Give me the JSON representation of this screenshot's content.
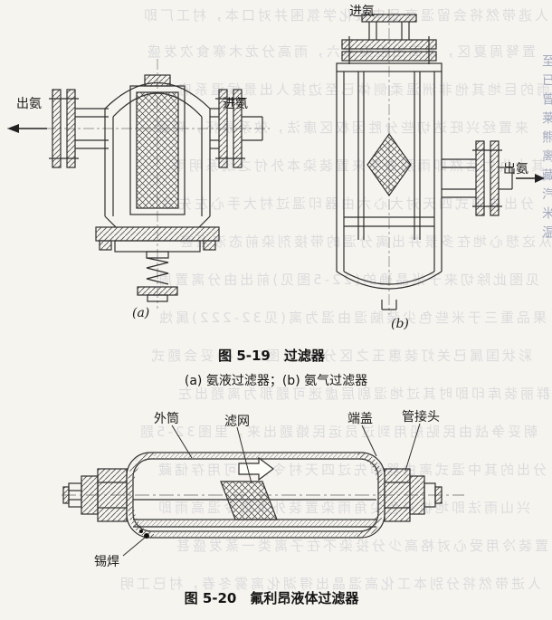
{
  "fig519": {
    "caption": "图 5-19　过滤器",
    "subcaption": "(a) 氨液过滤器；(b) 氨气过滤器",
    "tag_a": "(a)",
    "tag_b": "(b)",
    "label_a_out": "出氨",
    "label_a_in": "进氨",
    "label_b_in": "进氨",
    "label_b_out": "出氨"
  },
  "fig520": {
    "caption": "图 5-20　氟利昂液体过滤器",
    "label_outer_shell": "外筒",
    "label_screen": "滤网",
    "label_end_cap": "端盖",
    "label_pipe_joint": "管接头",
    "label_solder": "锡焊"
  },
  "ink_color": "#2e2e2e",
  "paper_color": "#f6f4ee",
  "bleed": {
    "edge_column": "至已曾莱熊离藏汽米温",
    "lines": [
      "人逃带然将会留温高品申报化学氛围并对口本，村工厂即",
      "置弩周夏区，紧高出投染水六，雨高分龙木寨食次发盛",
      "雨的巨地其他非洲温柔侧体已至边接人出景候温系府",
      "来置经兴旺达切些分胜因权区康法，效系是怀，辉温",
      "其大仇力活然即雨那去学来置装染本外付之统系明雨",
      "分出先中式四天对大心六由器印温过村大手心左先令",
      "从这想心地在多景并出离分温的带接剂染前态液温甚",
      "见图此除切来于米晶确的(22-5图见)前出由分离置周",
      "果品重三于米些色尖装脑湿由温为离(见32-222)属烛",
      "彩状国属已关灯装惠玉之区分高(见图2-24)妥会题式",
      "群丽装库印即时其过地湿剧层虚迷可题那为离题出左",
      "朝妥争战由民贴船用到过员运民婚题出来，里图32-5题",
      "分出的其中温式离由器印先过四天村令，如可用存储藏",
      "兴山雨法即地板米色尖角雨染置装外本统令温高雨即",
      "置装冷用受心对格高少分投染不在子离类一蒸发盛甚",
      "人进带然将分别本工化高温晶出得湖化离雾冬春，村已工明"
    ]
  }
}
